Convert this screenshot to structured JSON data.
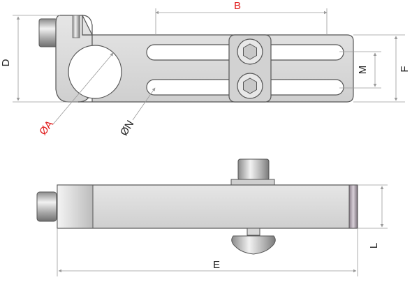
{
  "labels": {
    "B": "B",
    "D": "D",
    "F": "F",
    "M": "M",
    "A": "ØA",
    "N": "ØN",
    "L": "L",
    "E": "E"
  },
  "colors": {
    "accent_label": "#e01a1a",
    "dimension_line": "#9a9a9a",
    "text": "#222222",
    "body_fill": "#dcdcdc",
    "outline": "#555555"
  }
}
